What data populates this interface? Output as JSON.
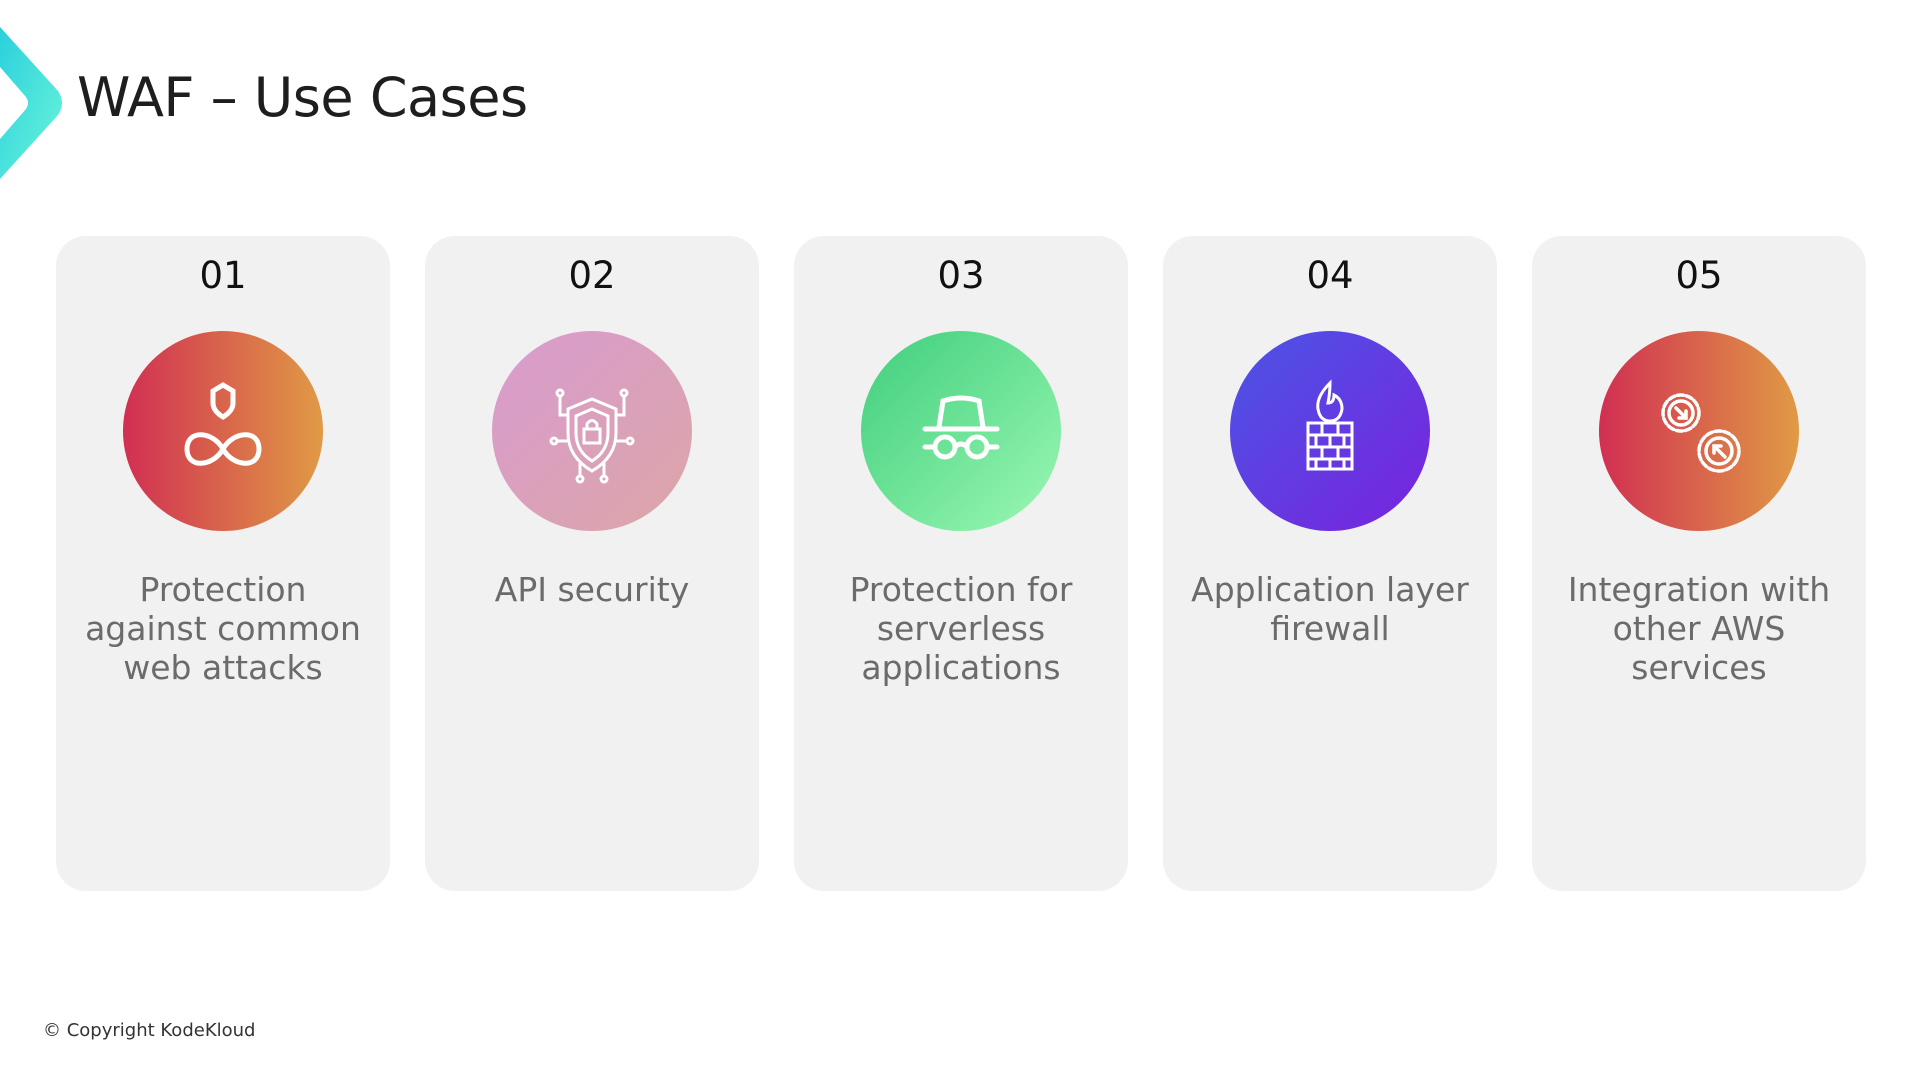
{
  "header": {
    "title": "WAF – Use Cases",
    "logo_icon": "chevron-logo-icon"
  },
  "cards": [
    {
      "number": "01",
      "label": "Protection against common web attacks",
      "icon": "shield-infinity-icon",
      "gradient": [
        "#d12f52",
        "#e09a45"
      ]
    },
    {
      "number": "02",
      "label": "API security",
      "icon": "shield-lock-circuit-icon",
      "gradient": [
        "#d89bd0",
        "#dca6a6"
      ]
    },
    {
      "number": "03",
      "label": "Protection for serverless applications",
      "icon": "incognito-hat-glasses-icon",
      "gradient": [
        "#3fce7c",
        "#9cf8b4"
      ]
    },
    {
      "number": "04",
      "label": "Application layer firewall",
      "icon": "brick-wall-fire-icon",
      "gradient": [
        "#4a55e6",
        "#7a22dd"
      ]
    },
    {
      "number": "05",
      "label": "Integration with other AWS services",
      "icon": "gears-arrows-icon",
      "gradient": [
        "#d12f52",
        "#e09a45"
      ]
    }
  ],
  "footer": {
    "copyright": "© Copyright KodeKloud"
  }
}
